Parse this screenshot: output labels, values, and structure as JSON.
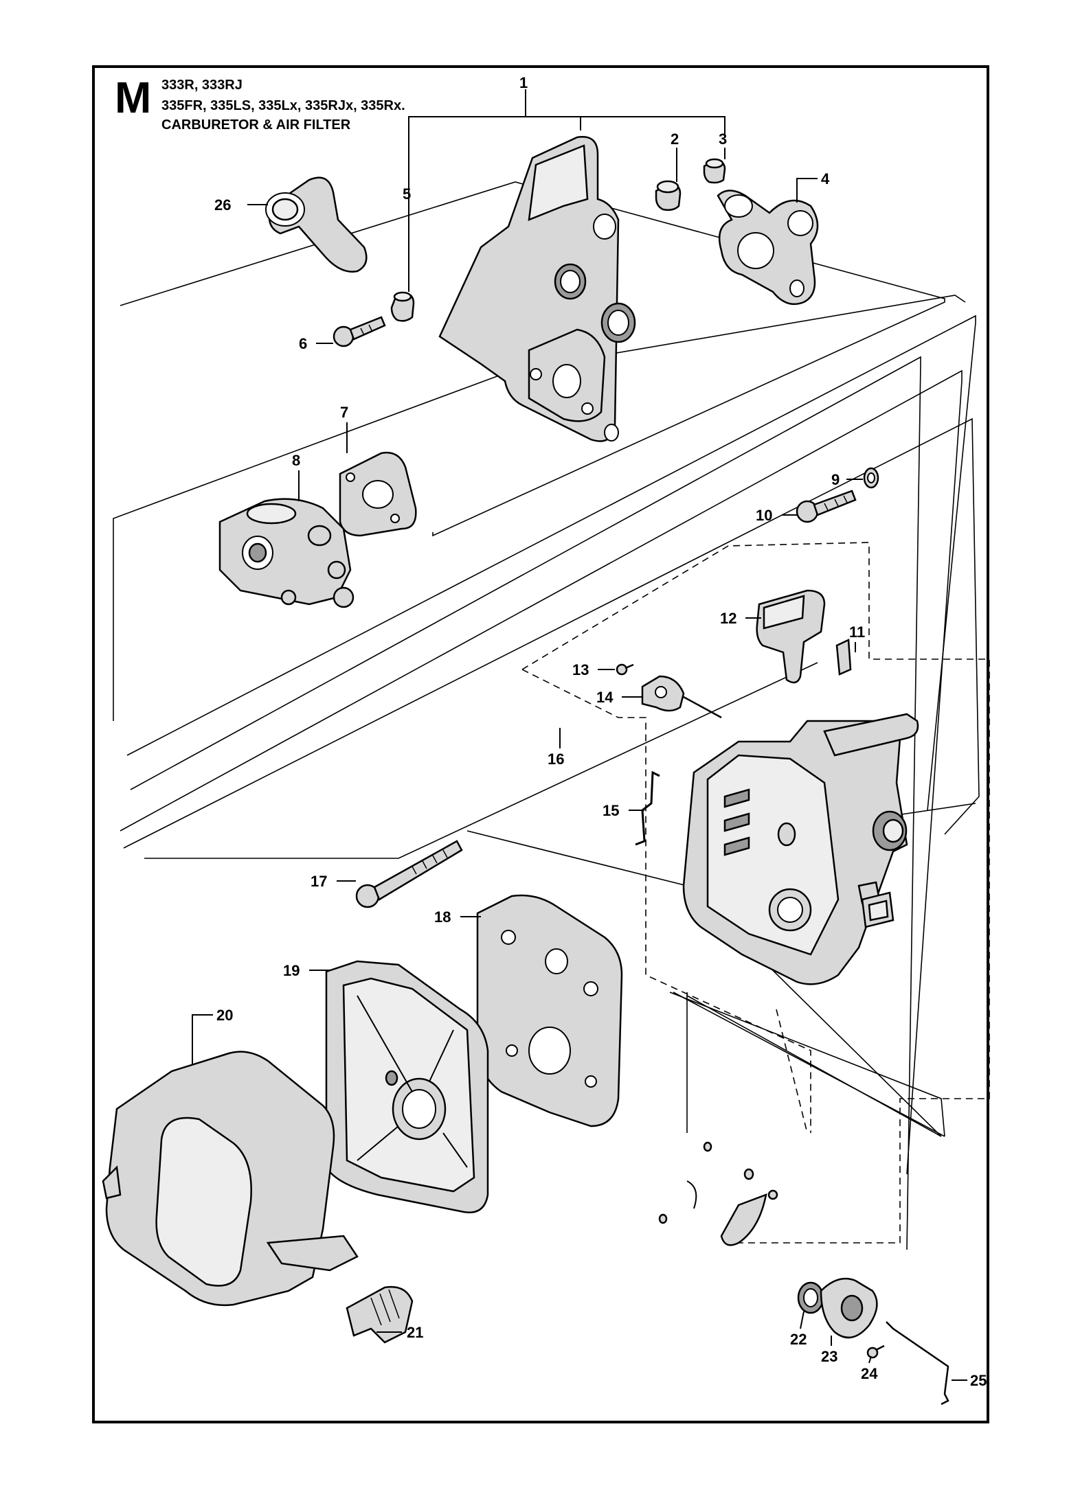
{
  "header": {
    "section_letter": "M",
    "models_line1": "333R, 333RJ",
    "models_line2": "335FR, 335LS, 335Lx, 335RJx, 335Rx.",
    "title": "CARBURETOR & AIR FILTER"
  },
  "callouts": [
    "1",
    "2",
    "3",
    "4",
    "5",
    "6",
    "7",
    "8",
    "9",
    "10",
    "11",
    "12",
    "13",
    "14",
    "15",
    "16",
    "17",
    "18",
    "19",
    "20",
    "21",
    "22",
    "23",
    "24",
    "25",
    "26"
  ]
}
